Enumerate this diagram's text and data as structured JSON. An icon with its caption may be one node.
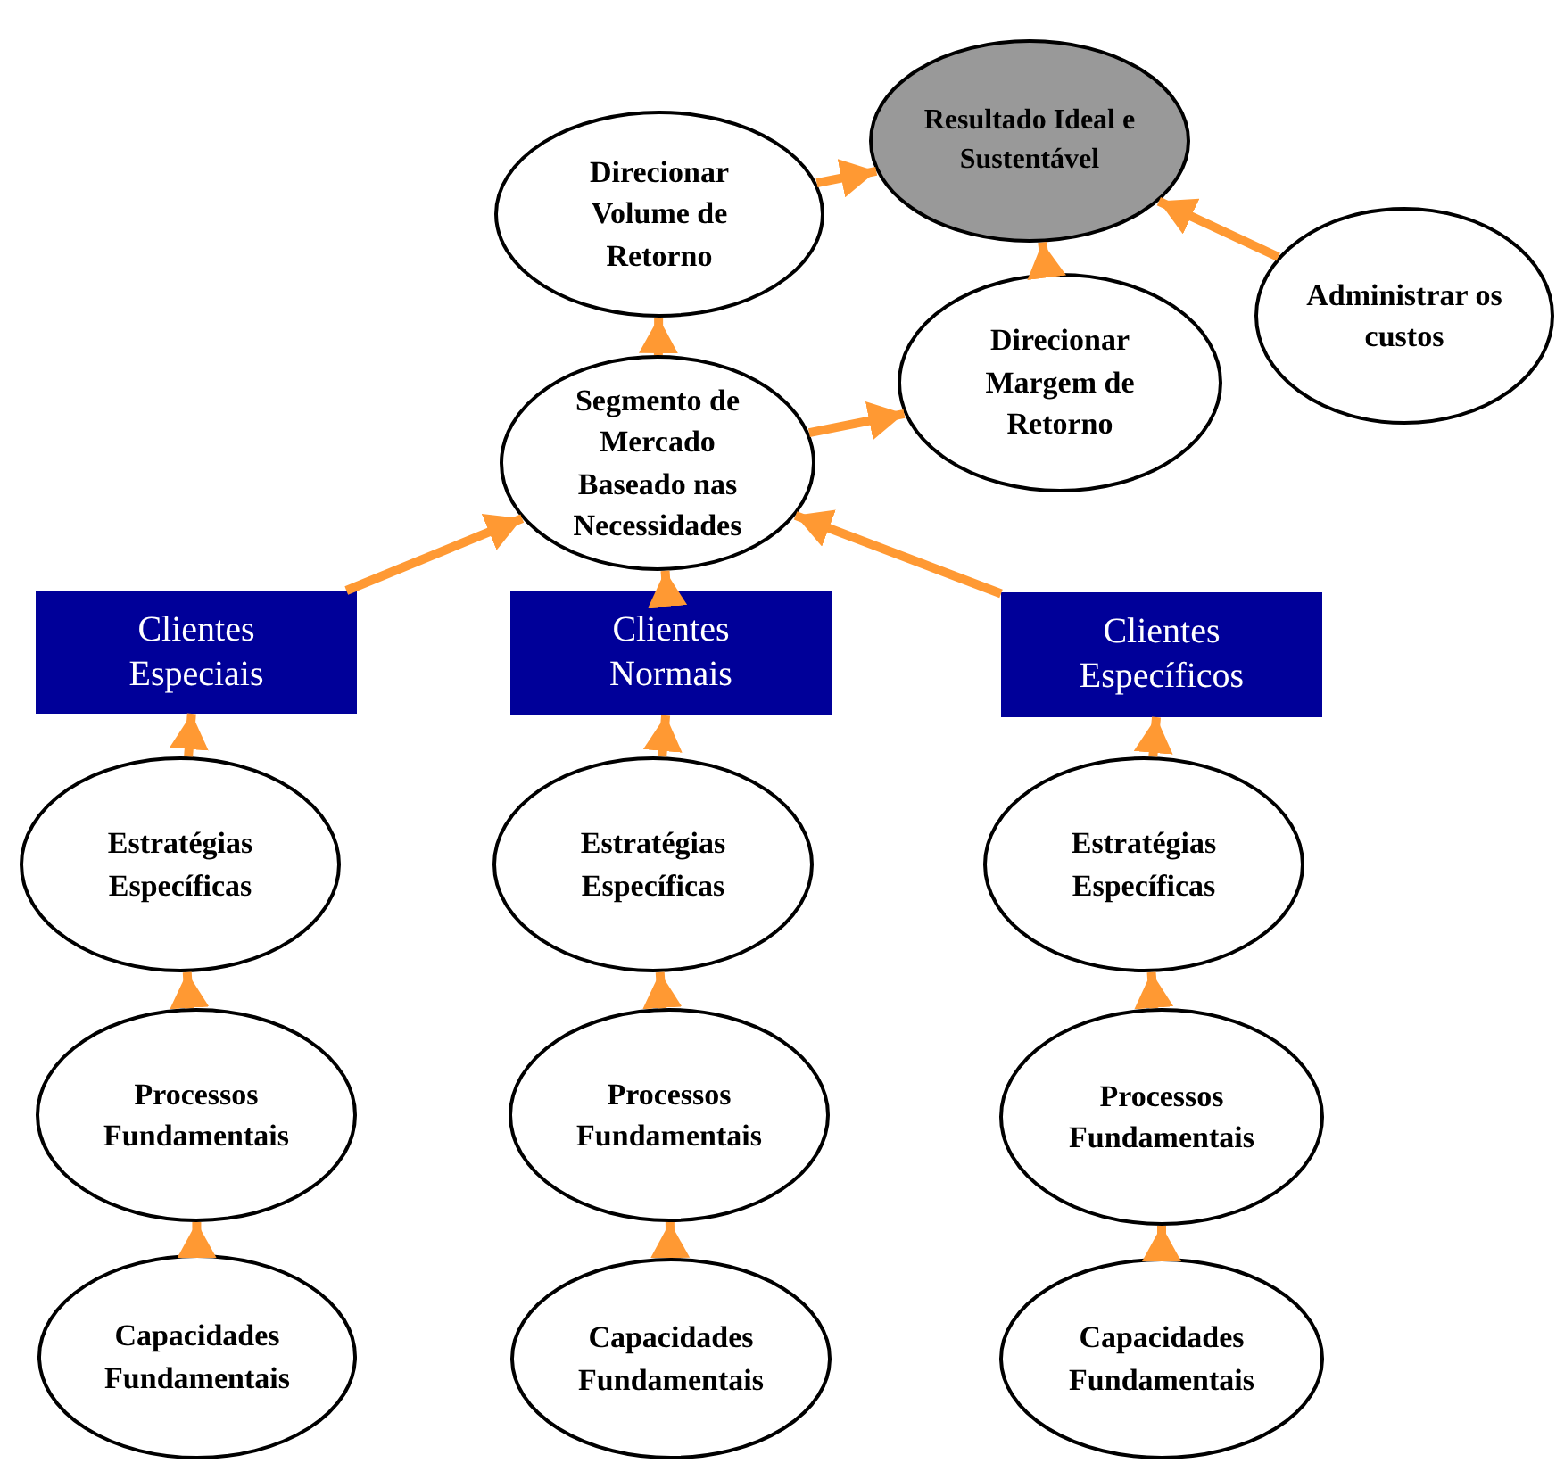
{
  "diagram": {
    "nodes": [
      {
        "text": [
          "Resultado Ideal e Sustentável"
        ]
      },
      {
        "text": [
          "Direcionar Volume de Retorno"
        ]
      },
      {
        "text": [
          "Administrar os custos"
        ]
      },
      {
        "text": [
          "Direcionar Margem de Retorno"
        ]
      },
      {
        "text": [
          "Segmento de Mercado Baseado nas Necessidades"
        ]
      },
      {
        "text": [
          "Clientes Especiais"
        ]
      },
      {
        "text": [
          "Clientes Normais"
        ]
      },
      {
        "text": [
          "Clientes Específicos"
        ]
      },
      {
        "text": [
          "Estratégias Específicas"
        ]
      },
      {
        "text": [
          "Estratégias Específicas"
        ]
      },
      {
        "text": [
          "Estratégias Específicas"
        ]
      },
      {
        "text": [
          "Processos Fundamentais"
        ]
      },
      {
        "text": [
          "Processos Fundamentais"
        ]
      },
      {
        "text": [
          "Processos Fundamentais"
        ]
      },
      {
        "text": [
          "Capacidades Fundamentais"
        ]
      },
      {
        "text": [
          "Capacidades Fundamentais"
        ]
      },
      {
        "text": [
          "Capacidades Fundamentais"
        ]
      }
    ],
    "edges": [
      {
        "from": 1,
        "to": 0,
        "arrow": "to"
      },
      {
        "from": 2,
        "to": 0,
        "arrow": "to"
      },
      {
        "from": 3,
        "to": 0,
        "arrow": "to"
      },
      {
        "from": 4,
        "to": 1,
        "arrow": "to"
      },
      {
        "from": 4,
        "to": 3,
        "arrow": "to"
      },
      {
        "from": 5,
        "to": 4,
        "arrow": "to"
      },
      {
        "from": 6,
        "to": 4,
        "arrow": "to"
      },
      {
        "from": 7,
        "to": 4,
        "arrow": "to"
      },
      {
        "from": 8,
        "to": 5,
        "arrow": "to"
      },
      {
        "from": 9,
        "to": 6,
        "arrow": "to"
      },
      {
        "from": 10,
        "to": 7,
        "arrow": "to"
      },
      {
        "from": 11,
        "to": 8,
        "arrow": "to"
      },
      {
        "from": 12,
        "to": 9,
        "arrow": "to"
      },
      {
        "from": 13,
        "to": 10,
        "arrow": "to"
      },
      {
        "from": 14,
        "to": 11,
        "arrow": "to"
      },
      {
        "from": 15,
        "to": 12,
        "arrow": "to"
      },
      {
        "from": 16,
        "to": 13,
        "arrow": "to"
      }
    ]
  }
}
